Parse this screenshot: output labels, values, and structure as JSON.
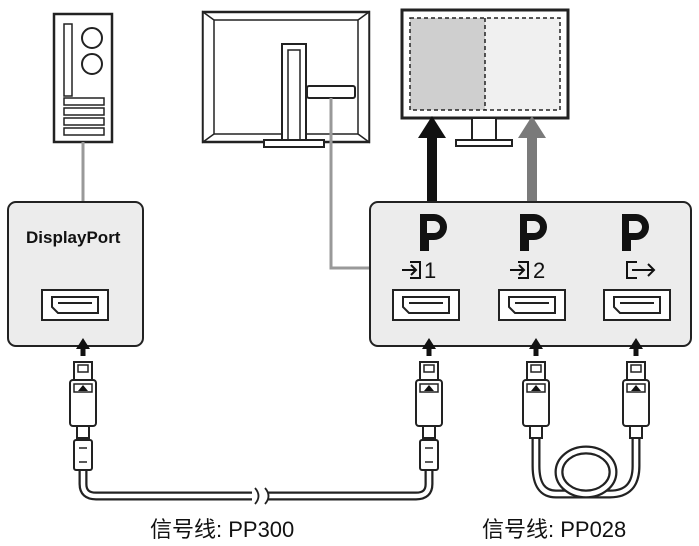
{
  "source": {
    "port_label": "DisplayPort"
  },
  "monitor_ports": {
    "input1_num": "1",
    "input2_num": "2"
  },
  "cables": {
    "left_caption": "信号线: PP300",
    "right_caption": "信号线: PP028"
  },
  "icons": [
    "pc-tower-icon",
    "monitor-back-icon",
    "monitor-front-icon",
    "displayport-logo-icon",
    "input-arrow-icon",
    "output-arrow-icon",
    "dp-plug-icon",
    "upward-arrow-icon"
  ],
  "colors": {
    "stroke": "#222222",
    "line_gray": "#999999",
    "fill_light": "#ececec",
    "screen_left": "#cfcfcf",
    "screen_right": "#f0f0f0",
    "arrow_gray": "#7a7a7a"
  }
}
